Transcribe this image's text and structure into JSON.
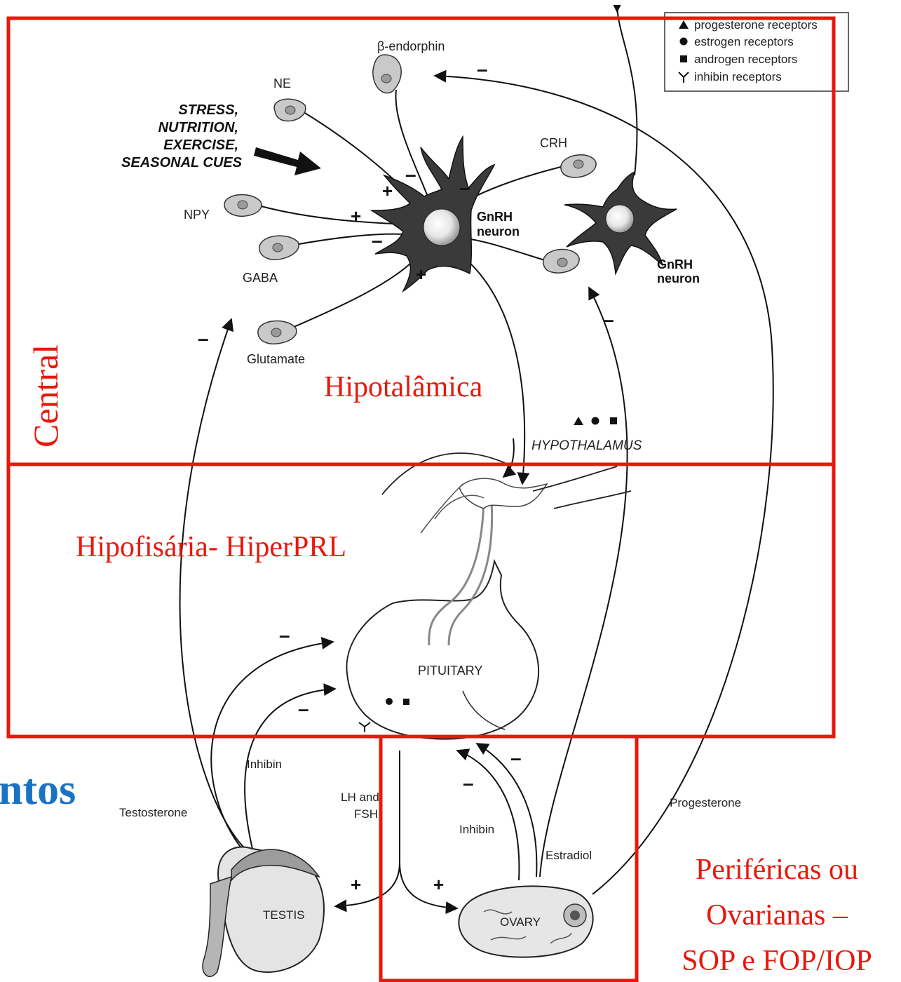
{
  "legend": {
    "items": [
      {
        "symbol": "triangle",
        "label": "progesterone receptors"
      },
      {
        "symbol": "circle",
        "label": "estrogen receptors"
      },
      {
        "symbol": "square",
        "label": "androgen receptors"
      },
      {
        "symbol": "inhibin-y",
        "label": "inhibin receptors"
      }
    ]
  },
  "neurons": {
    "beta_endorphin": "β-endorphin",
    "ne": "NE",
    "npy": "NPY",
    "gaba": "GABA",
    "glutamate": "Glutamate",
    "crh": "CRH",
    "gnrh_main_line1": "GnRH",
    "gnrh_main_line2": "neuron",
    "gnrh_second_line1": "GnRH",
    "gnrh_second_line2": "neuron"
  },
  "cues": [
    "STRESS,",
    "NUTRITION,",
    "EXERCISE,",
    "SEASONAL CUES"
  ],
  "anatomy": {
    "hypothalamus": "HYPOTHALAMUS",
    "pituitary": "PITUITARY",
    "testis": "TESTIS",
    "ovary": "OVARY"
  },
  "hormones": {
    "testosterone": "Testosterone",
    "inhibin_male": "Inhibin",
    "lh_fsh_line1": "LH and",
    "lh_fsh_line2": "FSH",
    "inhibin_female": "Inhibin",
    "estradiol": "Estradiol",
    "progesterone": "Progesterone"
  },
  "signs": {
    "plus": "+",
    "minus": "–"
  },
  "overlay": {
    "central": "Central",
    "hypothalamic": "Hipotalâmica",
    "pituitary": "Hipofisária- HiperPRL",
    "peripheral_line1": "Periféricas ou",
    "peripheral_line2": "Ovarianas –",
    "peripheral_line3": "SOP e FOP/IOP",
    "partial_word": "ntos"
  },
  "colors": {
    "overlay_red": "#e8180c",
    "title_blue": "#1a73c2"
  }
}
